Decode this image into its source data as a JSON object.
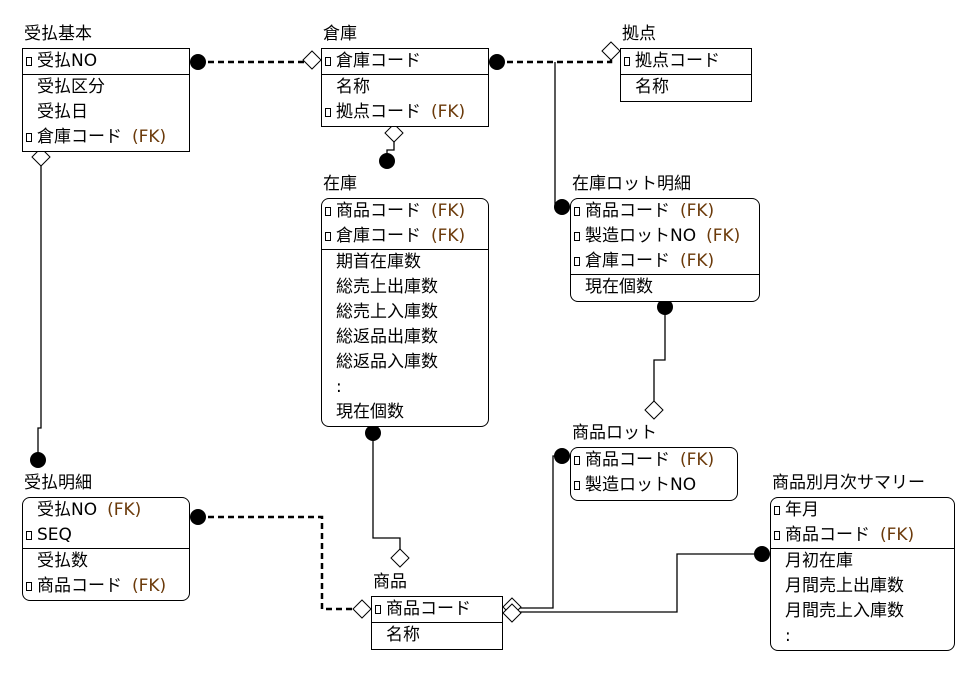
{
  "diagram": {
    "type": "entity-relationship",
    "colors": {
      "line": "#000000",
      "fk_label": "#6b3a0a",
      "background": "#ffffff"
    },
    "entities": [
      {
        "id": "ukebarai_kihon",
        "name": "受払基本",
        "pk": [
          {
            "name": "受払NO",
            "key": true,
            "fk": ""
          }
        ],
        "attrs": [
          {
            "name": "受払区分",
            "key": false,
            "fk": ""
          },
          {
            "name": "受払日",
            "key": false,
            "fk": ""
          },
          {
            "name": "倉庫コード",
            "key": true,
            "fk": "(FK)"
          }
        ]
      },
      {
        "id": "souko",
        "name": "倉庫",
        "pk": [
          {
            "name": "倉庫コード",
            "key": true,
            "fk": ""
          }
        ],
        "attrs": [
          {
            "name": "名称",
            "key": false,
            "fk": ""
          },
          {
            "name": "拠点コード",
            "key": true,
            "fk": "(FK)"
          }
        ]
      },
      {
        "id": "kyoten",
        "name": "拠点",
        "pk": [
          {
            "name": "拠点コード",
            "key": true,
            "fk": ""
          }
        ],
        "attrs": [
          {
            "name": "名称",
            "key": false,
            "fk": ""
          }
        ]
      },
      {
        "id": "zaiko",
        "name": "在庫",
        "pk": [
          {
            "name": "商品コード",
            "key": true,
            "fk": "(FK)"
          },
          {
            "name": "倉庫コード",
            "key": true,
            "fk": "(FK)"
          }
        ],
        "attrs": [
          {
            "name": "期首在庫数",
            "key": false,
            "fk": ""
          },
          {
            "name": "総売上出庫数",
            "key": false,
            "fk": ""
          },
          {
            "name": "総売上入庫数",
            "key": false,
            "fk": ""
          },
          {
            "name": "総返品出庫数",
            "key": false,
            "fk": ""
          },
          {
            "name": "総返品入庫数",
            "key": false,
            "fk": ""
          },
          {
            "name": ":",
            "key": false,
            "fk": ""
          },
          {
            "name": "現在個数",
            "key": false,
            "fk": ""
          }
        ]
      },
      {
        "id": "zaiko_lot_meisai",
        "name": "在庫ロット明細",
        "pk": [
          {
            "name": "商品コード",
            "key": true,
            "fk": "(FK)"
          },
          {
            "name": "製造ロットNO",
            "key": true,
            "fk": "(FK)"
          },
          {
            "name": "倉庫コード",
            "key": true,
            "fk": "(FK)"
          }
        ],
        "attrs": [
          {
            "name": "現在個数",
            "key": false,
            "fk": ""
          }
        ]
      },
      {
        "id": "shohin_lot",
        "name": "商品ロット",
        "pk": [
          {
            "name": "商品コード",
            "key": true,
            "fk": "(FK)"
          },
          {
            "name": "製造ロットNO",
            "key": true,
            "fk": ""
          }
        ],
        "attrs": []
      },
      {
        "id": "ukebarai_meisai",
        "name": "受払明細",
        "pk": [
          {
            "name": "受払NO",
            "key": false,
            "fk": "(FK)"
          },
          {
            "name": "SEQ",
            "key": true,
            "fk": ""
          }
        ],
        "attrs": [
          {
            "name": "受払数",
            "key": false,
            "fk": ""
          },
          {
            "name": "商品コード",
            "key": true,
            "fk": "(FK)"
          }
        ]
      },
      {
        "id": "shohin",
        "name": "商品",
        "pk": [
          {
            "name": "商品コード",
            "key": true,
            "fk": ""
          }
        ],
        "attrs": [
          {
            "name": "名称",
            "key": false,
            "fk": ""
          }
        ]
      },
      {
        "id": "shohin_monthly",
        "name": "商品別月次サマリー",
        "pk": [
          {
            "name": "年月",
            "key": true,
            "fk": ""
          },
          {
            "name": "商品コード",
            "key": true,
            "fk": "(FK)"
          }
        ],
        "attrs": [
          {
            "name": "月初在庫",
            "key": false,
            "fk": ""
          },
          {
            "name": "月間売上出庫数",
            "key": false,
            "fk": ""
          },
          {
            "name": "月間売上入庫数",
            "key": false,
            "fk": ""
          },
          {
            "name": ":",
            "key": false,
            "fk": ""
          }
        ]
      }
    ],
    "relationships": [
      {
        "from": "受払基本",
        "to": "倉庫",
        "style": "dashed"
      },
      {
        "from": "倉庫",
        "to": "拠点",
        "style": "dashed"
      },
      {
        "from": "倉庫",
        "to": "在庫",
        "style": "solid"
      },
      {
        "from": "倉庫",
        "to": "在庫ロット明細",
        "style": "solid"
      },
      {
        "from": "受払基本",
        "to": "受払明細",
        "style": "solid"
      },
      {
        "from": "在庫",
        "to": "商品",
        "style": "solid"
      },
      {
        "from": "在庫ロット明細",
        "to": "商品ロット",
        "style": "solid"
      },
      {
        "from": "商品ロット",
        "to": "商品",
        "style": "solid"
      },
      {
        "from": "受払明細",
        "to": "商品",
        "style": "dashed"
      },
      {
        "from": "商品",
        "to": "商品別月次サマリー",
        "style": "solid"
      }
    ]
  }
}
